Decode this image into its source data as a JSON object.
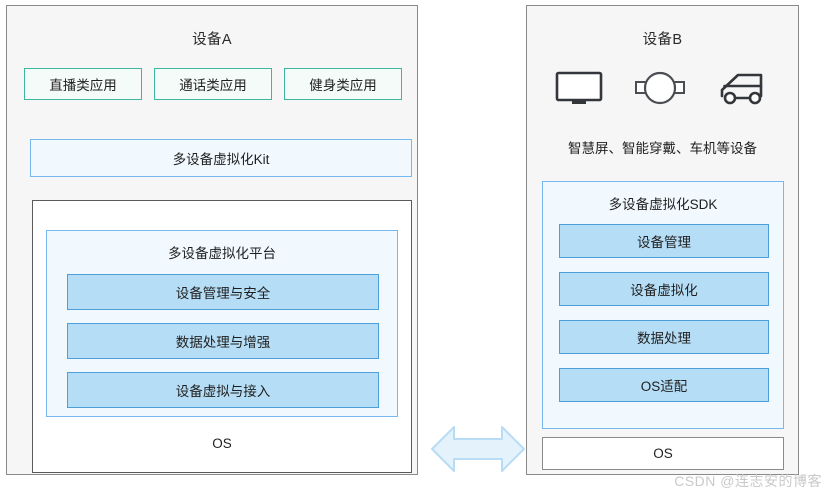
{
  "diagram": {
    "watermark": "CSDN @连志安的博客",
    "connector": {
      "icon": "double-arrow-icon",
      "fill": "#e4f2fc",
      "stroke": "#b9dcf5"
    },
    "device_a": {
      "title": "设备A",
      "apps": [
        {
          "label": "直播类应用"
        },
        {
          "label": "通话类应用"
        },
        {
          "label": "健身类应用"
        }
      ],
      "kit": {
        "label": "多设备虚拟化Kit"
      },
      "platform": {
        "title": "多设备虚拟化平台",
        "modules": [
          {
            "label": "设备管理与安全"
          },
          {
            "label": "数据处理与增强"
          },
          {
            "label": "设备虚拟与接入"
          }
        ]
      },
      "os": {
        "label": "OS"
      },
      "colors": {
        "panel_bg": "#f6f6f6",
        "panel_border": "#8a8a8a",
        "app_border": "#3fb6a0",
        "app_bg": "#f4fbf8",
        "kit_border": "#76b8ef",
        "kit_bg": "#f1f9ff",
        "module_bg": "#b5ddf6",
        "module_border": "#4c9fd8"
      }
    },
    "device_b": {
      "title": "设备B",
      "icons": [
        {
          "name": "smart-tv-icon"
        },
        {
          "name": "smartwatch-icon"
        },
        {
          "name": "car-head-unit-icon"
        }
      ],
      "caption": "智慧屏、智能穿戴、车机等设备",
      "sdk": {
        "title": "多设备虚拟化SDK",
        "modules": [
          {
            "label": "设备管理"
          },
          {
            "label": "设备虚拟化"
          },
          {
            "label": "数据处理"
          },
          {
            "label": "OS适配"
          }
        ]
      },
      "os": {
        "label": "OS"
      }
    }
  }
}
